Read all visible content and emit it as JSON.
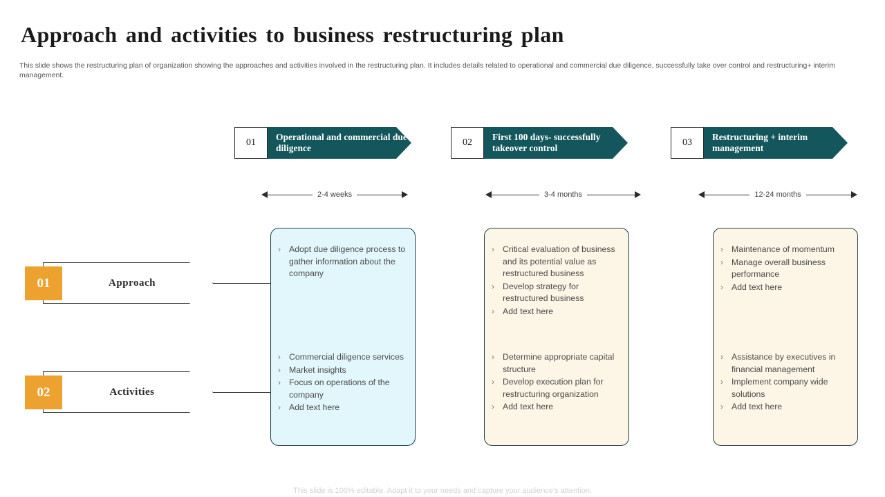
{
  "slide": {
    "title": "Approach and activities to business restructuring plan",
    "subtitle": "This slide shows the restructuring plan of organization showing the approaches and activities involved in the restructuring plan. It includes details related to operational and commercial due diligence, successfully take over control and restructuring+ interim management.",
    "footer": "This slide is 100% editable. Adapt it to your needs and capture your audience's attention."
  },
  "colors": {
    "banner_teal": "#13565c",
    "accent_orange": "#eda12f",
    "panel_cyan": "#e2f7fb",
    "panel_cream": "#fdf5e6",
    "panel_border": "#1c3b44"
  },
  "phases": [
    {
      "number": "01",
      "title": "Operational and commercial due diligence",
      "duration": "2-4 weeks",
      "approach": [
        "Adopt due diligence process to gather information about the company"
      ],
      "activities": [
        "Commercial diligence services",
        "Market insights",
        "Focus on operations of the company",
        "Add text here"
      ]
    },
    {
      "number": "02",
      "title": "First 100 days- successfully takeover control",
      "duration": "3-4 months",
      "approach": [
        "Critical evaluation of business and its potential value as restructured business",
        "Develop strategy for restructured business",
        " Add text here"
      ],
      "activities": [
        "Determine appropriate capital structure",
        "Develop execution plan for restructuring organization",
        "Add text here"
      ]
    },
    {
      "number": "03",
      "title": "Restructuring + interim management",
      "duration": "12-24 months",
      "approach": [
        "Maintenance of momentum",
        "Manage overall business performance",
        " Add text here"
      ],
      "activities": [
        "Assistance by executives in financial management",
        "Implement company wide solutions",
        "Add text here"
      ]
    }
  ],
  "rows": [
    {
      "number": "01",
      "label": "Approach"
    },
    {
      "number": "02",
      "label": "Activities"
    }
  ],
  "icons": {
    "bullet": "›",
    "arrow_left": "arrow-left-icon",
    "arrow_right": "arrow-right-icon"
  }
}
